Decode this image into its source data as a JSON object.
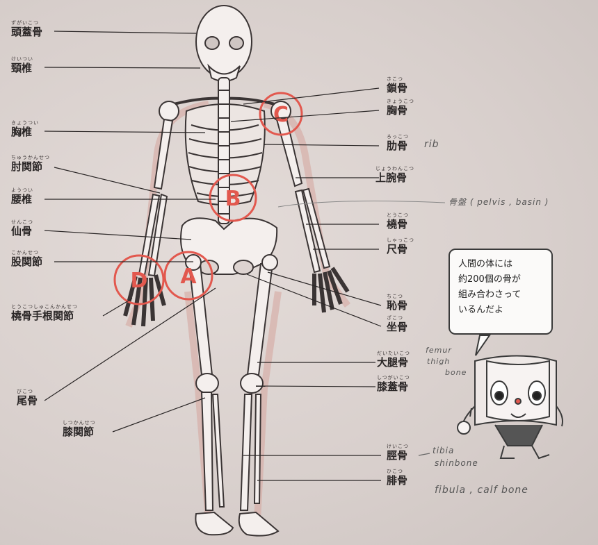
{
  "labels_left": [
    {
      "ruby": "ずがいこつ",
      "name": "頭蓋骨"
    },
    {
      "ruby": "けいつい",
      "name": "頸椎"
    },
    {
      "ruby": "きょうつい",
      "name": "胸椎"
    },
    {
      "ruby": "ちゅうかんせつ",
      "name": "肘関節"
    },
    {
      "ruby": "ようつい",
      "name": "腰椎"
    },
    {
      "ruby": "せんこつ",
      "name": "仙骨"
    },
    {
      "ruby": "こかんせつ",
      "name": "股関節"
    },
    {
      "ruby": "とうこつしゅこんかんせつ",
      "name": "橈骨手根関節"
    },
    {
      "ruby": "びこつ",
      "name": "尾骨"
    },
    {
      "ruby": "しつかんせつ",
      "name": "膝関節"
    }
  ],
  "labels_right": [
    {
      "ruby": "さこつ",
      "name": "鎖骨"
    },
    {
      "ruby": "きょうこつ",
      "name": "胸骨"
    },
    {
      "ruby": "ろっこつ",
      "name": "肋骨"
    },
    {
      "ruby": "じょうわんこつ",
      "name": "上腕骨"
    },
    {
      "ruby": "とうこつ",
      "name": "橈骨"
    },
    {
      "ruby": "しゃっこつ",
      "name": "尺骨"
    },
    {
      "ruby": "ちこつ",
      "name": "恥骨"
    },
    {
      "ruby": "ざこつ",
      "name": "坐骨"
    },
    {
      "ruby": "だいたいこつ",
      "name": "大腿骨"
    },
    {
      "ruby": "しつがいこつ",
      "name": "膝蓋骨"
    },
    {
      "ruby": "けいこつ",
      "name": "脛骨"
    },
    {
      "ruby": "ひこつ",
      "name": "腓骨"
    }
  ],
  "handwritten": {
    "rib": "rib",
    "pelvis": "骨盤 ( pelvis ,  basin )",
    "femur": "femur",
    "thigh": "thigh",
    "bone": "bone",
    "tibia": "tibia",
    "shinbone": "shinbone",
    "fibula": "fibula , calf bone"
  },
  "markers": [
    "A",
    "B",
    "C",
    "D"
  ],
  "bubble": {
    "lines": [
      "人間の体には",
      "約200個の骨が",
      "組み合わさって",
      "いるんだよ"
    ]
  },
  "colors": {
    "marker": "#e2584e",
    "ink": "#2a2626",
    "bone_fill": "#f4efed",
    "bone_stroke": "#3a3434"
  }
}
